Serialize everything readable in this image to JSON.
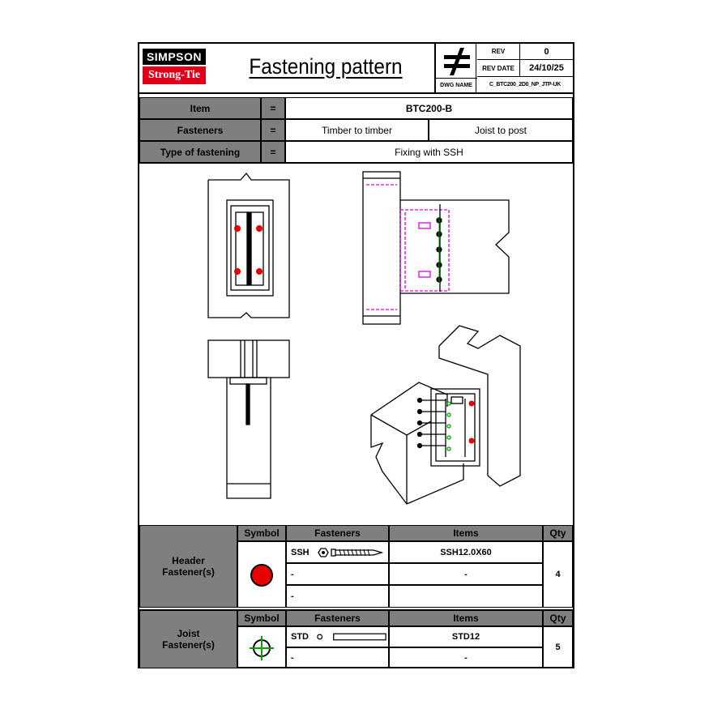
{
  "header": {
    "brand_top": "SIMPSON",
    "brand_bottom": "Strong-Tie",
    "title": "Fastening pattern",
    "symbol": "not-equal-icon",
    "rev_label": "REV",
    "rev_value": "0",
    "rev_date_label": "REV DATE",
    "rev_date_value": "24/10/25",
    "dwg_name_label": "DWG NAME",
    "dwg_name_value": "C_BTC200_2D0_NP_JTP-UK"
  },
  "info": {
    "item_label": "Item",
    "item_eq": "=",
    "item_value": "BTC200-B",
    "fasteners_label": "Fasteners",
    "fasteners_eq": "=",
    "fasteners_value_1": "Timber to timber",
    "fasteners_value_2": "Joist to post",
    "type_label": "Type of fastening",
    "type_eq": "=",
    "type_value": "Fixing with SSH"
  },
  "header_table": {
    "group_label": "Header\nFastener(s)",
    "symbol_col": "Symbol",
    "fasteners_col": "Fasteners",
    "items_col": "Items",
    "qty_col": "Qty",
    "rows": [
      {
        "fastener": "SSH",
        "item": "SSH12.0X60"
      },
      {
        "fastener": "-",
        "item": "-"
      },
      {
        "fastener": "-",
        "item": ""
      }
    ],
    "qty": "4"
  },
  "joist_table": {
    "group_label": "Joist\nFastener(s)",
    "symbol_col": "Symbol",
    "fasteners_col": "Fasteners",
    "items_col": "Items",
    "qty_col": "Qty",
    "rows": [
      {
        "fastener": "STD",
        "item": "STD12"
      },
      {
        "fastener": "-",
        "item": "-"
      }
    ],
    "qty": "5"
  },
  "colors": {
    "brand_red": "#e1001a",
    "header_gray": "#7f7f7f",
    "hole_red": "#e60000",
    "magenta": "#e000e0",
    "green": "#00a000"
  }
}
